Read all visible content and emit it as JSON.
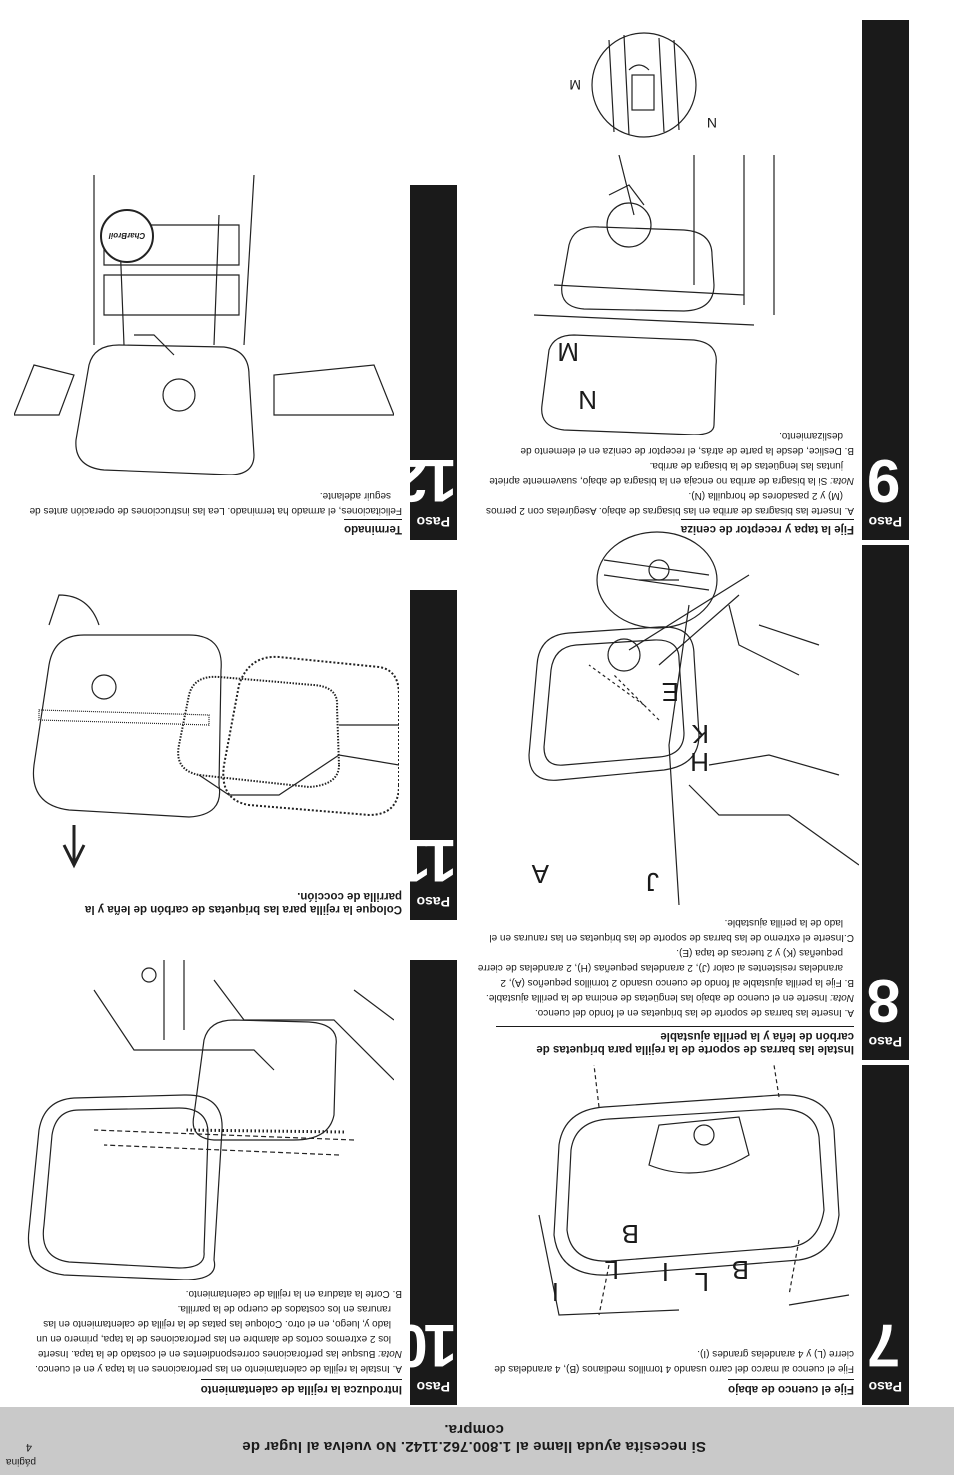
{
  "footer": {
    "page_label": "página",
    "page_number": "4",
    "help_text": "Si necesita ayuda llame al 1.800.762.1142. No vuelva al lugar de compra."
  },
  "tab_word": "Paso",
  "steps": {
    "s7": {
      "number": "7",
      "title": "Fije el cuenco de abajo",
      "body": [
        "Fije el cuenco al marco del carro usando 4 tornillos medianos (B), 4 arandelas de",
        "cierre (L) y 4 arandelas grandes (I)."
      ],
      "labels": [
        "B",
        "L",
        "I",
        "I",
        "L",
        "B"
      ]
    },
    "s8": {
      "number": "8",
      "title_lines": [
        "Instale las barras de soporte de la rejilla para briquetas de",
        "carbón de leña y la perilla ajustable"
      ],
      "a": "A. Inserte las barras de soporte de las briquetas en el fondo del cuenco.",
      "nota_label": "Nota:",
      "nota": "Inserte en el cuenco de abajo las lengüetas de encima de la perilla ajustable.",
      "b": [
        "B. Fije la perilla ajustable al fondo de cuenco usando 2 tornillos pequeños (A), 2",
        "arandelas resistentes al calor (J), 2 arandelas pequeñas (H), 2 arandelas de cierre",
        "pequeñas (K) y 2 tuercas de tapa (E)."
      ],
      "c": [
        "C.Inserte el extremo de las barras de soporte de las briquetas en las ranuras en el",
        "lado de la perilla ajustable."
      ],
      "labels": [
        "A",
        "J",
        "H",
        "K",
        "E"
      ]
    },
    "s9": {
      "number": "9",
      "title": "Fije la tapa y receptor de ceniza",
      "a": [
        "A. Inserte las bisagras de arriba en las bisagras de abajo. Asegúrelas con 2 pernos",
        "(M) y 2 pasadores de horquilla (N)."
      ],
      "nota_label": "Nota:",
      "nota": [
        "Si la bisagra de arriba no encaja en la bisagra de abajo, suavemente apriete",
        "juntas las lengüetas de la bisagra de arriba."
      ],
      "b": [
        "B. Deslice, desde la parte de atrás, el receptor de ceniza en el elemento de",
        "deslizamiento."
      ],
      "labels": [
        "N",
        "M",
        "N",
        "M"
      ]
    },
    "s10": {
      "number": "10",
      "title": "Introduzca la rejilla de calentamiento",
      "a": "A. Instale la rejilla de calentamiento en las perforaciones en la tapa y en el cuenco.",
      "nota_label": "Nota:",
      "nota": [
        "Busque las perforaciones correspondientes en el costado de la tapa. Inserte",
        "los 2 extremos cortos de alambre en las perforaciones de la tapa, primero en un",
        "lado y, luego, en el otro. Coloque las patas de la rejilla de calentamiento en las",
        "ranuras en los costados de cuerpo de la parrilla."
      ],
      "b": "B. Corte la atadura en la rejilla de calentamiento."
    },
    "s11": {
      "number": "11",
      "title_lines": [
        "Coloque la rejilla para las briquetas de carbón de leña y la",
        "parrilla de cocción."
      ]
    },
    "s12": {
      "number": "12",
      "title": "Terminado",
      "body": [
        "Felicitaciones, el armado ha terminado. Lea las instrucciones de operación antes de",
        "seguir adelante."
      ],
      "logo": "CharBroil"
    }
  }
}
